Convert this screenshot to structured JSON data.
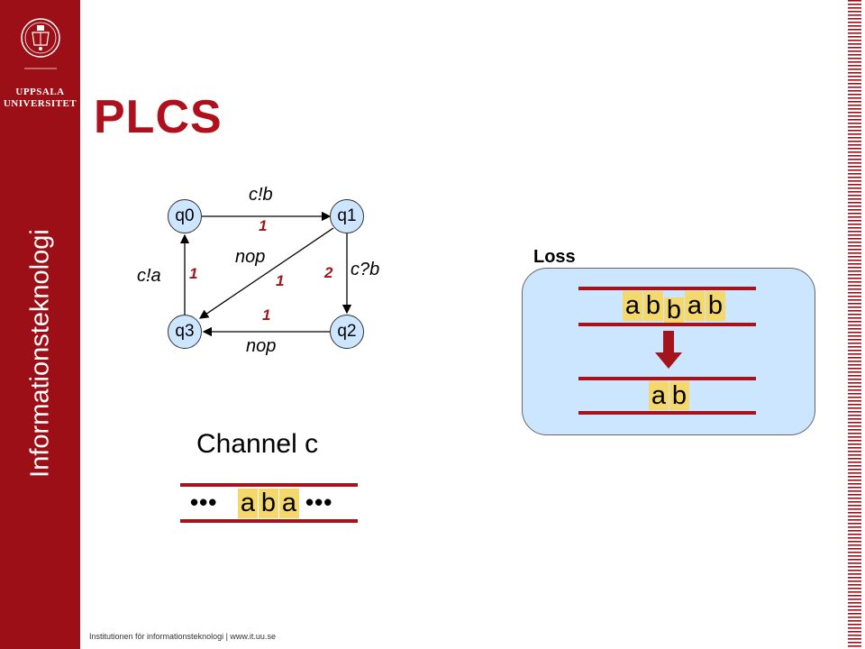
{
  "sidebar": {
    "university_line1": "UPPSALA",
    "university_line2": "UNIVERSITET",
    "department": "Informationsteknologi"
  },
  "slide": {
    "title": "PLCS"
  },
  "footer": {
    "text": "Institutionen för informationsteknologi | www.it.uu.se"
  },
  "automaton": {
    "states": [
      "q0",
      "q1",
      "q2",
      "q3"
    ],
    "transitions": [
      {
        "from": "q0",
        "to": "q1",
        "label": "c!b",
        "priority": "1"
      },
      {
        "from": "q1",
        "to": "q3",
        "label": "nop",
        "priority": "1"
      },
      {
        "from": "q1",
        "to": "q2",
        "label": "c?b",
        "priority": "2"
      },
      {
        "from": "q2",
        "to": "q3",
        "label": "nop",
        "priority": "1"
      },
      {
        "from": "q3",
        "to": "q0",
        "label": "c!a",
        "priority": "1"
      }
    ]
  },
  "channel": {
    "caption": "Channel c",
    "left_ellipsis": "•••",
    "right_ellipsis": "•••",
    "contents": [
      "a",
      "b",
      "a"
    ]
  },
  "loss": {
    "label": "Loss",
    "before": [
      "a",
      "b",
      "b",
      "a",
      "b"
    ],
    "after": [
      "a",
      "b"
    ]
  },
  "colors": {
    "sidebar": "#9c0f16",
    "title": "#b0101c",
    "priority": "#a4141c",
    "channel_rail": "#a4141c",
    "cell_fill": "#f5d86b",
    "state_fill": "#cde6ff",
    "loss_box_fill": "#cde6ff"
  }
}
